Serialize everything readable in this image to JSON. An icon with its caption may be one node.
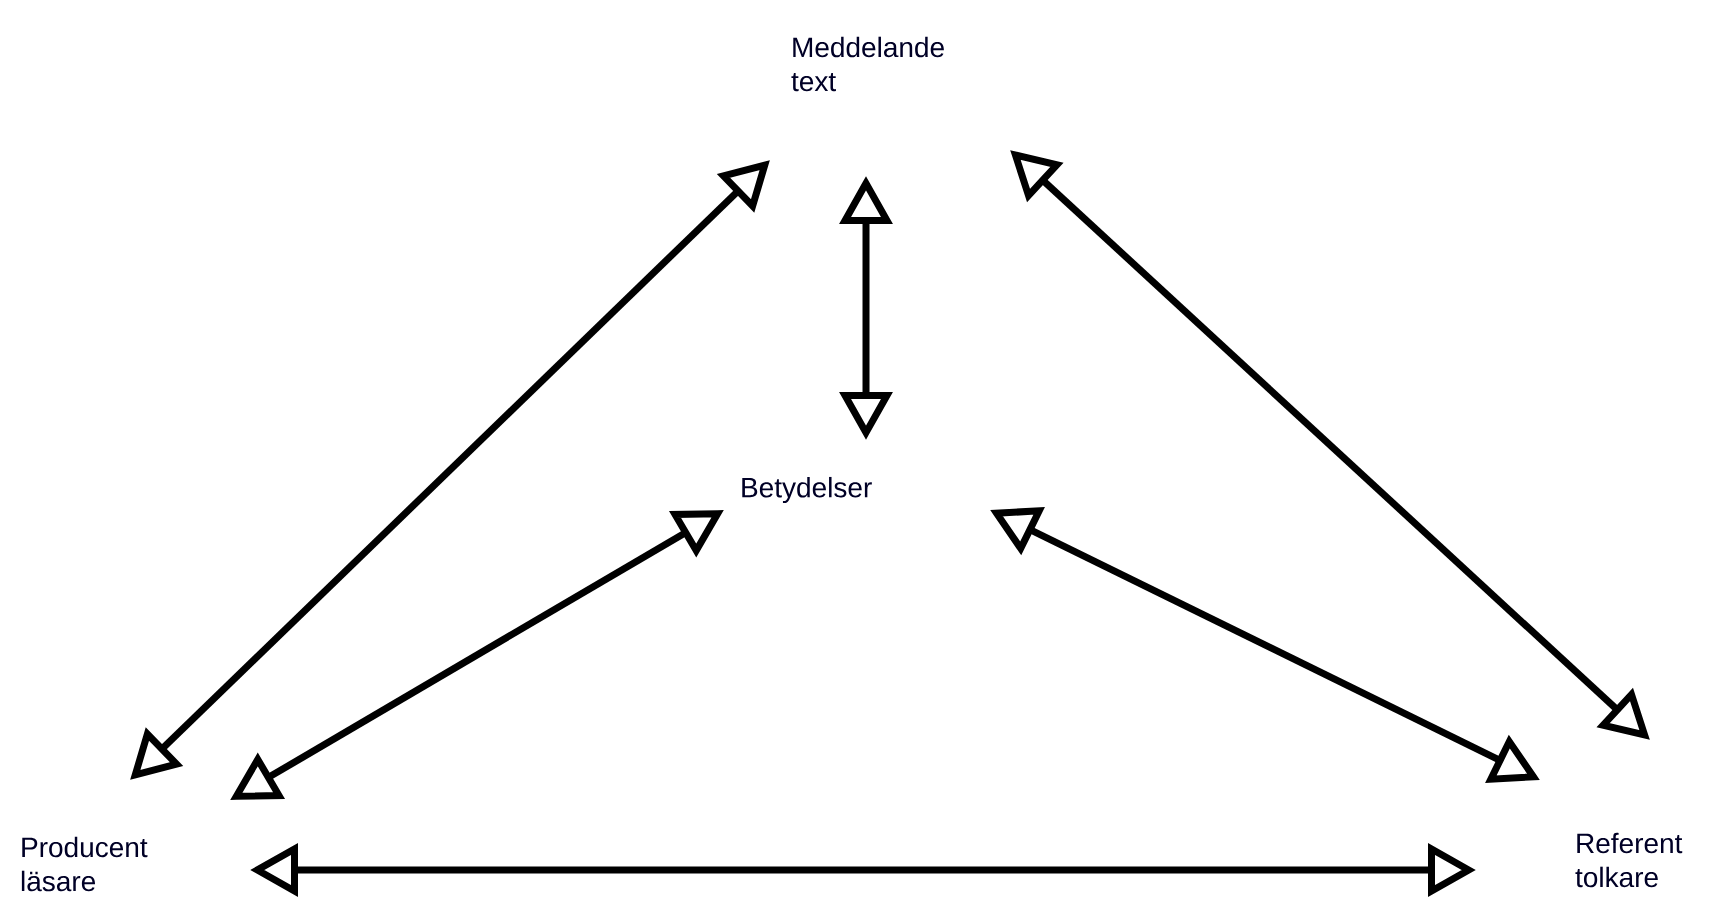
{
  "diagram": {
    "nodes": [
      {
        "text": [
          "Meddelande text"
        ]
      },
      {
        "text": [
          "Betydelser"
        ]
      },
      {
        "text": [
          "Producent läsare"
        ]
      },
      {
        "text": [
          "Referent tolkare"
        ]
      }
    ],
    "edges": [
      {
        "from": 0,
        "to": 1,
        "arrow": "both"
      },
      {
        "from": 2,
        "to": 0,
        "arrow": "both"
      },
      {
        "from": 2,
        "to": 1,
        "arrow": "both"
      },
      {
        "from": 3,
        "to": 1,
        "arrow": "both"
      },
      {
        "from": 3,
        "to": 0,
        "arrow": "both"
      },
      {
        "from": 2,
        "to": 3,
        "arrow": "both"
      }
    ]
  }
}
